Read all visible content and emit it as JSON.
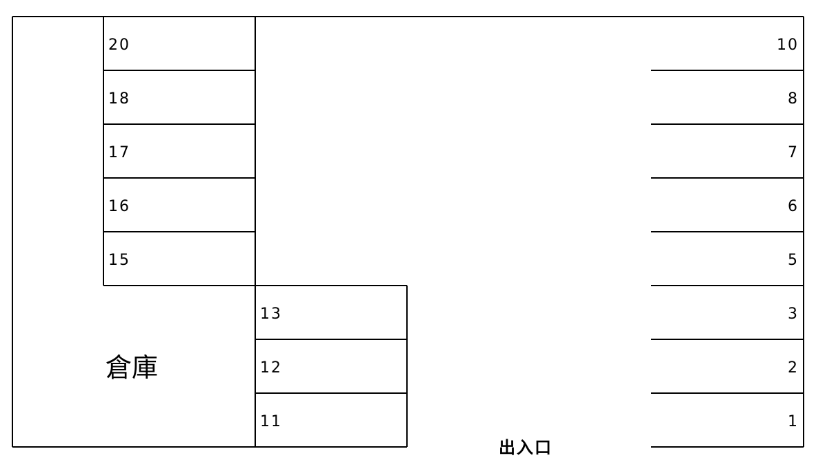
{
  "warehouse_label": "倉庫",
  "entrance_label": "出入口",
  "spaces": {
    "left_column": [
      "20",
      "18",
      "17",
      "16",
      "15"
    ],
    "middle_column": [
      "13",
      "12",
      "11"
    ],
    "right_column": [
      "10",
      "8",
      "7",
      "6",
      "5",
      "3",
      "2",
      "1"
    ]
  }
}
